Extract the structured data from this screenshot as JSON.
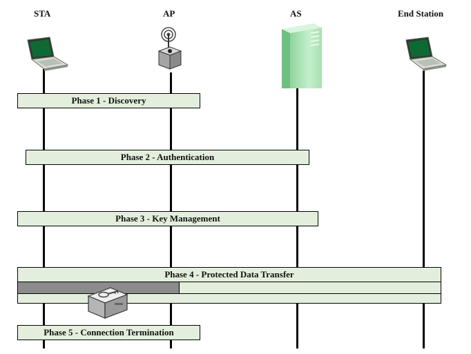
{
  "entities": {
    "sta": "STA",
    "ap": "AP",
    "as": "AS",
    "end_station": "End Station"
  },
  "phases": {
    "phase1": "Phase 1 - Discovery",
    "phase2": "Phase 2 - Authentication",
    "phase3": "Phase 3 - Key Management",
    "phase4": "Phase 4 - Protected Data Transfer",
    "phase5": "Phase 5 - Connection Termination"
  },
  "icons": {
    "sta": "laptop-icon",
    "ap": "access-point-icon",
    "as": "server-icon",
    "end_station": "laptop-icon",
    "phase4": "lock-box-icon"
  },
  "colors": {
    "phase_fill": "#e3efdc",
    "screen": "#0e6a33",
    "server": "#a8e0b0",
    "highlight_bar": "#8c8c8c"
  }
}
